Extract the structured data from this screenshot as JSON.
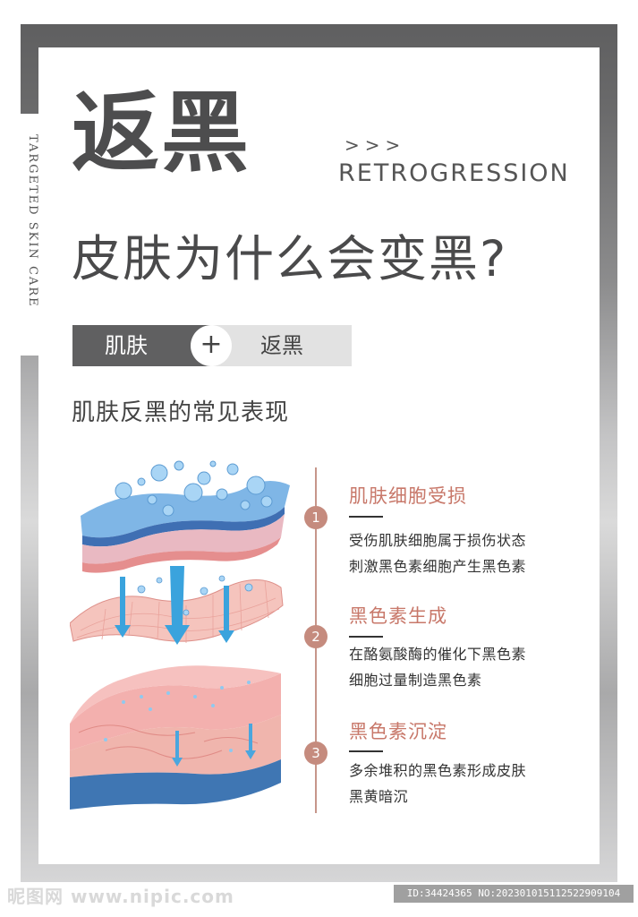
{
  "side_text": "TARGETED  SKIN  CARE",
  "header": {
    "title_cn": "返黑",
    "arrows": ">>>",
    "title_en": "RETROGRESSION",
    "question": "皮肤为什么会变黑?"
  },
  "tag": {
    "left": "肌肤",
    "plus": "+",
    "right": "返黑"
  },
  "subtitle": "肌肤反黑的常见表现",
  "steps": [
    {
      "number": "1",
      "title": "肌肤细胞受损",
      "desc_line1": "受伤肌肤细胞属于损伤状态",
      "desc_line2": "刺激黑色素细胞产生黑色素"
    },
    {
      "number": "2",
      "title": "黑色素生成",
      "desc_line1": "在酪氨酸酶的催化下黑色素",
      "desc_line2": "细胞过量制造黑色素"
    },
    {
      "number": "3",
      "title": "黑色素沉淀",
      "desc_line1": "多余堆积的黑色素形成皮肤",
      "desc_line2": "黑黄暗沉"
    }
  ],
  "watermark": {
    "left": "昵图网 www.nipic.com",
    "right": "ID:34424365 NO:20230101511252290910​4"
  },
  "colors": {
    "accent": "#c58b7e",
    "dark_gray": "#606061",
    "skin_pink": "#f2b1ad",
    "skin_blue": "#6aa6d8"
  }
}
